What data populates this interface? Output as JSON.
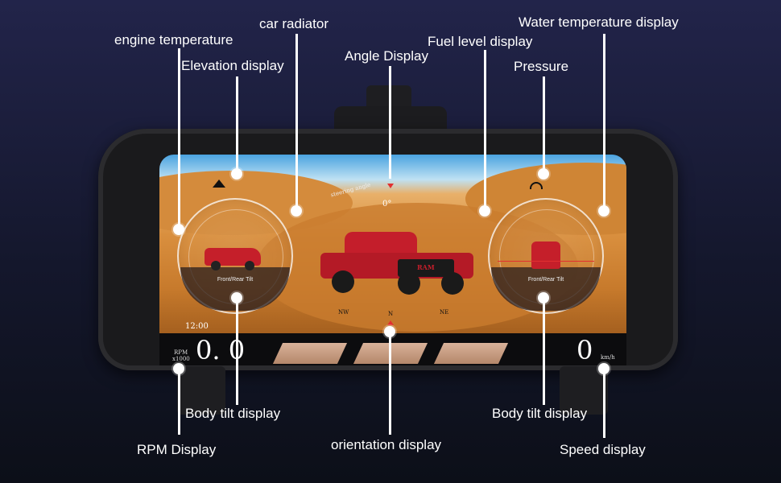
{
  "callouts": {
    "engine_temperature": "engine temperature",
    "car_radiator": "car radiator",
    "elevation_display": "Elevation display",
    "angle_display": "Angle Display",
    "fuel_level_display": "Fuel level display",
    "water_temperature_display": "Water temperature display",
    "pressure": "Pressure",
    "body_tilt_left": "Body tilt display",
    "body_tilt_right": "Body tilt display",
    "rpm_display": "RPM Display",
    "orientation_display": "orientation display",
    "speed_display": "Speed display"
  },
  "cluster": {
    "time": "12:00",
    "rpm_value": "0. 0",
    "rpm_unit": "RPM",
    "rpm_scale": "x1000",
    "speed_value": "0",
    "speed_unit": "km/h",
    "angle_value": "0°",
    "steering_label": "steering angle",
    "gauge_left_label": "Front/Rear Tilt",
    "gauge_right_label": "Front/Rear Tilt",
    "compass_nw": "NW",
    "compass_n": "N",
    "compass_ne": "NE",
    "truck_brand": "RAM"
  }
}
